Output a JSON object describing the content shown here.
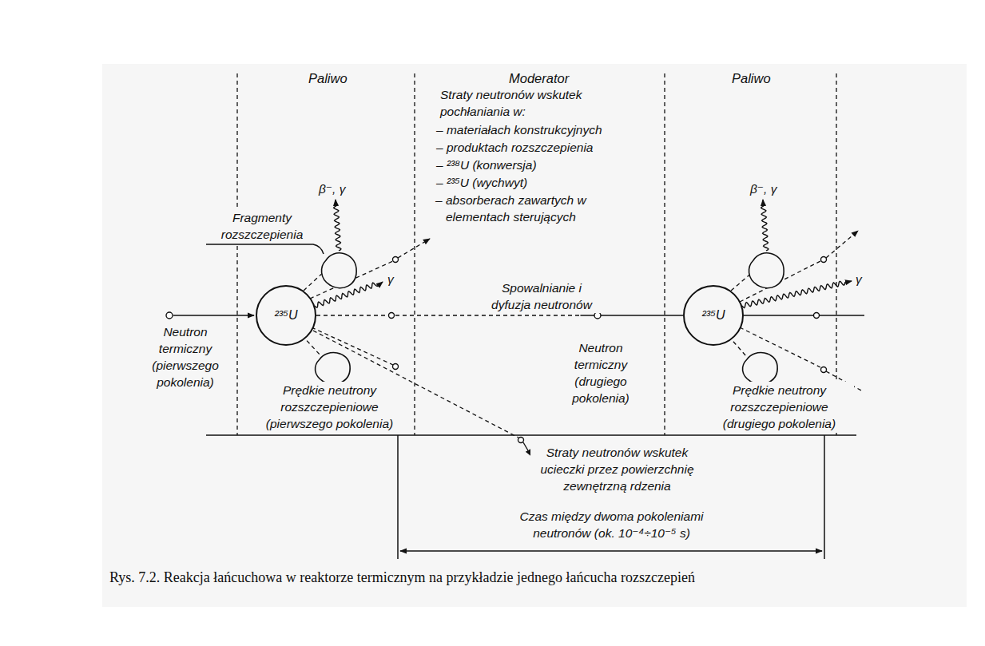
{
  "diagram": {
    "caption": "Rys. 7.2. Reakcja łańcuchowa w reaktorze termicznym na przykładzie jednego łańcucha rozszczepień",
    "nodes": [
      {
        "text": [
          "²³⁵U"
        ]
      },
      {
        "text": [
          "²³⁵U"
        ]
      }
    ],
    "edges": [
      {
        "from": 0,
        "to": 1,
        "arrow": "none"
      }
    ],
    "labels": [
      "Paliwo",
      "Moderator",
      "Paliwo",
      "Straty neutronów wskutek pochłaniania w:",
      "– materiałach konstrukcyjnych",
      "– produktach rozszczepienia",
      "– ²³⁸U (konwersja)",
      "– ²³⁵U (wychwyt)",
      "– absorberach zawartych w elementach sterujących",
      "β⁻, γ",
      "β⁻, γ",
      "Fragmenty rozszczepienia",
      "γ",
      "γ",
      "Spowalnianie i dyfuzja neutronów",
      "Neutron termiczny (pierwszego pokolenia)",
      "Neutron termiczny (drugiego pokolenia)",
      "Prędkie neutrony rozszczepieniowe (pierwszego pokolenia)",
      "Prędkie neutrony rozszczepieniowe (drugiego pokolenia)",
      "Straty neutronów wskutek ucieczki przez powierzchnię zewnętrzną rdzenia",
      "Czas między dwoma pokoleniami neutronów (ok. 10⁻⁴÷10⁻⁵ s)"
    ]
  }
}
